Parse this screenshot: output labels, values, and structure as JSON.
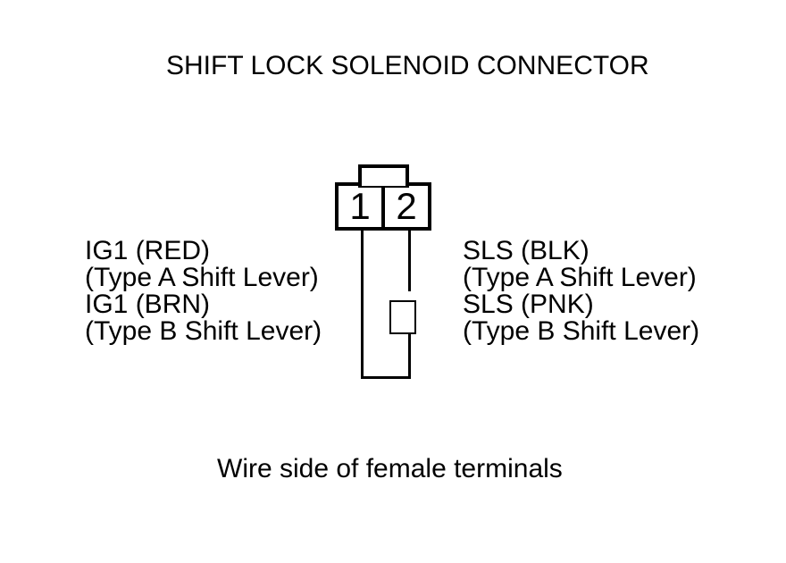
{
  "colors": {
    "background": "#ffffff",
    "ink": "#000000"
  },
  "title": "SHIFT LOCK SOLENOID CONNECTOR",
  "connector": {
    "terminals": [
      {
        "number": "1"
      },
      {
        "number": "2"
      }
    ]
  },
  "labels": {
    "left": {
      "lines": [
        "IG1 (RED)",
        "(Type A Shift Lever)",
        "IG1 (BRN)",
        "(Type B Shift Lever)"
      ]
    },
    "right": {
      "lines": [
        "SLS (BLK)",
        "(Type A Shift Lever)",
        "SLS (PNK)",
        "(Type B Shift Lever)"
      ]
    }
  },
  "caption": "Wire side of female terminals"
}
